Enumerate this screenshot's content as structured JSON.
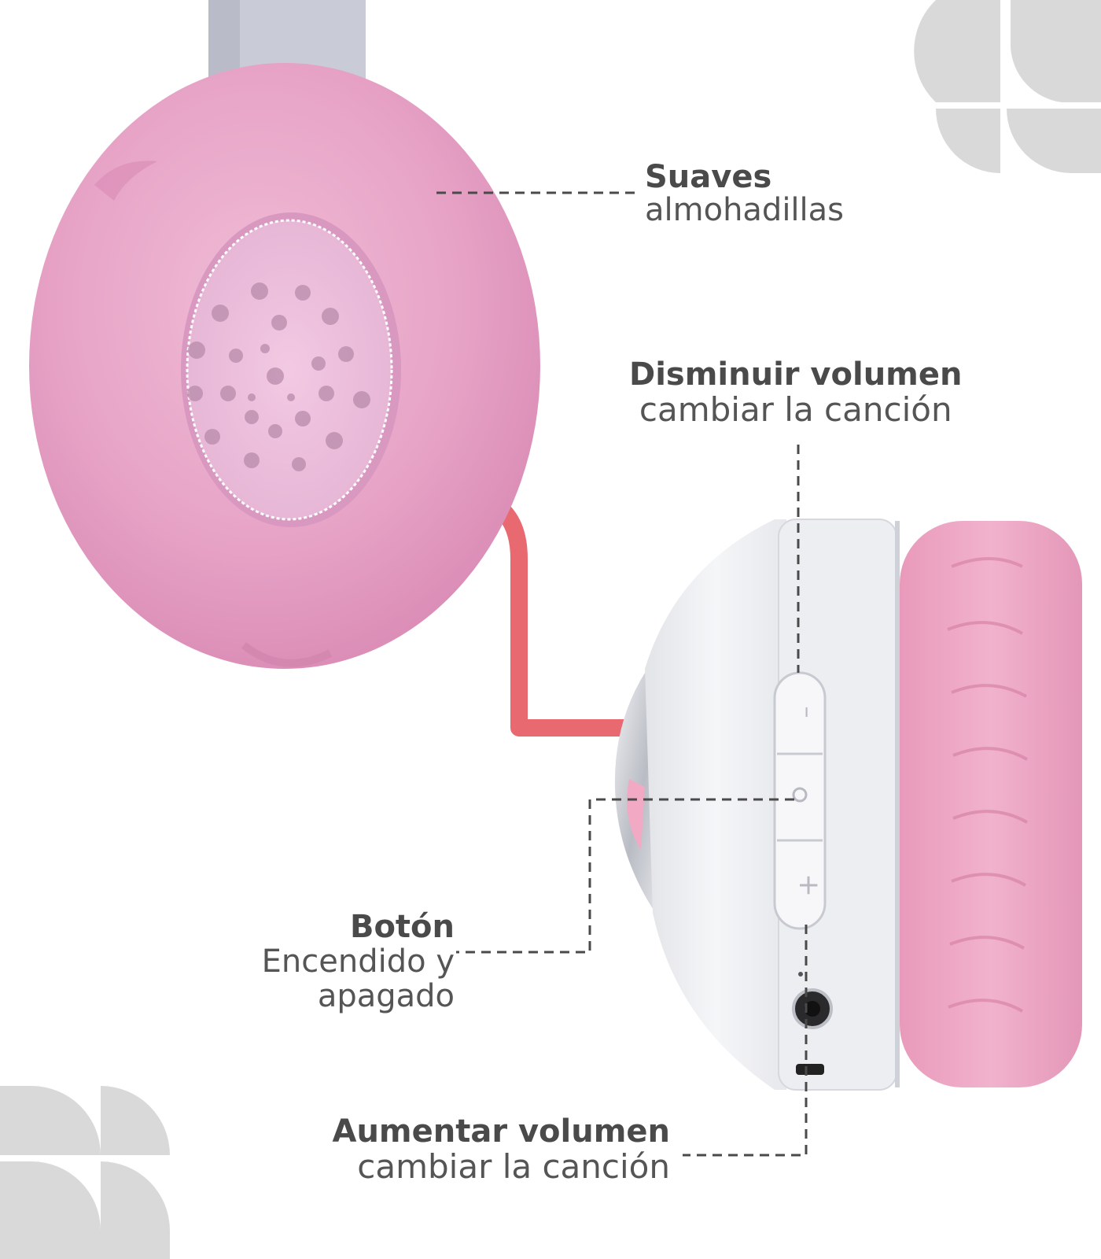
{
  "callouts": {
    "pads": {
      "title": "Suaves",
      "subtitle": "almohadillas"
    },
    "volume_down": {
      "title": "Disminuir volumen",
      "subtitle": "cambiar la canción"
    },
    "power": {
      "title": "Botón",
      "subtitle_line1": "Encendido y",
      "subtitle_line2": "apagado"
    },
    "volume_up": {
      "title": "Aumentar volumen",
      "subtitle": "cambiar la canción"
    }
  },
  "colors": {
    "pad_pink": "#e7a3c6",
    "pad_shadow": "#d888b2",
    "housing_white": "#eeeff2",
    "connector_red": "#e96970",
    "deco_gray": "#d9d9d9",
    "text_dark": "#4a4a4a"
  }
}
